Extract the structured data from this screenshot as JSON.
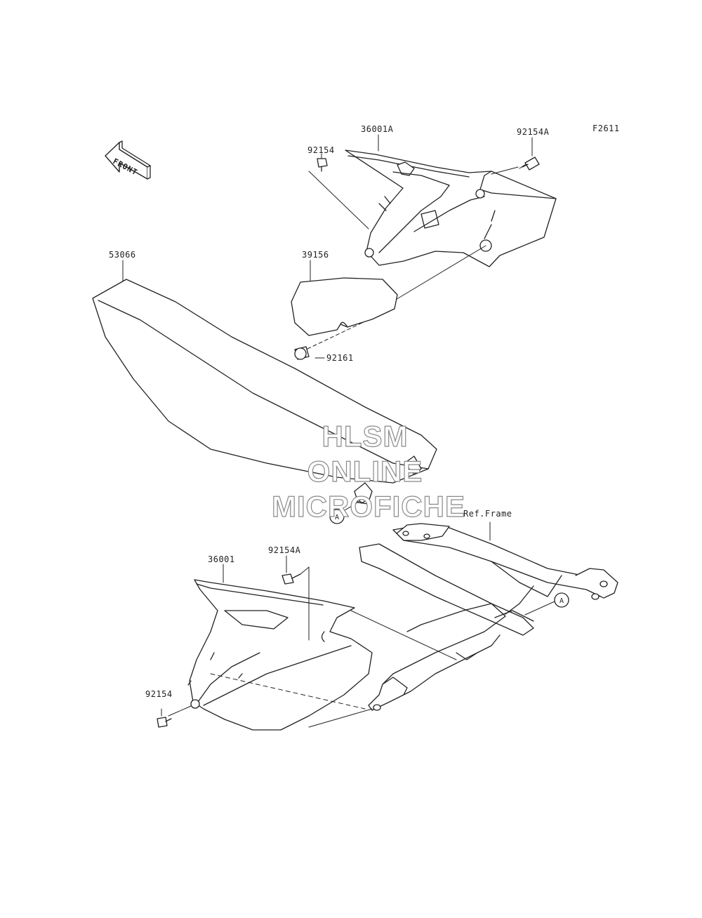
{
  "figure_code": "F2611",
  "front_marker": "FRONT",
  "parts": {
    "p36001A": "36001A",
    "p92154A_top": "92154A",
    "p92154_top": "92154",
    "p53066": "53066",
    "p39156": "39156",
    "p92161": "92161",
    "p36001": "36001",
    "p92154A_bottom": "92154A",
    "p92154_bottom": "92154",
    "ref_frame": "Ref.Frame"
  },
  "callout_a": "A",
  "watermark": {
    "line1": "HLSM",
    "line2": "ONLINE",
    "line3": "MICROFICHE"
  }
}
